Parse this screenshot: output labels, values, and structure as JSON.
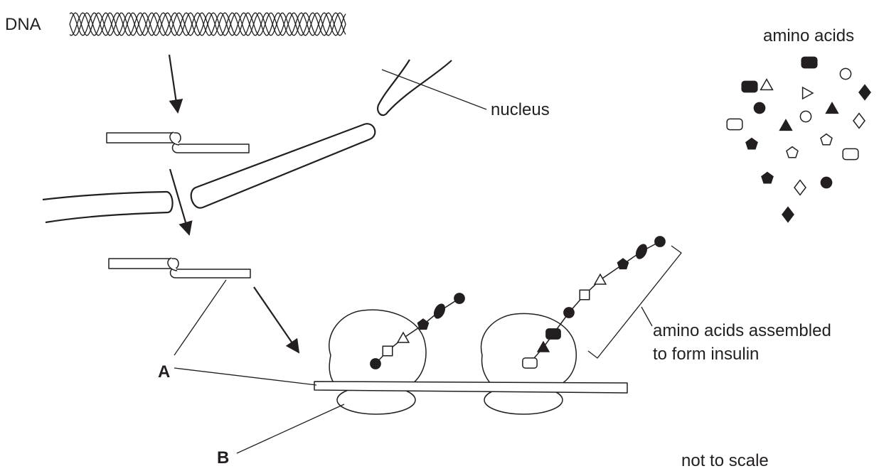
{
  "labels": {
    "dna": "DNA",
    "nucleus": "nucleus",
    "amino_acids": "amino acids",
    "assembled_line1": "amino acids assembled",
    "assembled_line2": "to form insulin",
    "label_a": "A",
    "label_b": "B",
    "scale_note": "not to scale"
  },
  "colors": {
    "ink": "#231f20",
    "background": "#ffffff"
  },
  "amino_acid_pool": [
    {
      "shape": "rounded-rect",
      "fill": "black"
    },
    {
      "shape": "circle",
      "fill": "white"
    },
    {
      "shape": "rounded-rect",
      "fill": "black"
    },
    {
      "shape": "triangle",
      "fill": "white"
    },
    {
      "shape": "triangle-right",
      "fill": "white"
    },
    {
      "shape": "diamond",
      "fill": "black"
    },
    {
      "shape": "circle",
      "fill": "black"
    },
    {
      "shape": "circle",
      "fill": "white"
    },
    {
      "shape": "triangle",
      "fill": "black"
    },
    {
      "shape": "diamond",
      "fill": "white"
    },
    {
      "shape": "rounded-rect",
      "fill": "white"
    },
    {
      "shape": "triangle",
      "fill": "black"
    },
    {
      "shape": "pentagon",
      "fill": "white"
    },
    {
      "shape": "pentagon",
      "fill": "black"
    },
    {
      "shape": "pentagon",
      "fill": "white"
    },
    {
      "shape": "rounded-rect",
      "fill": "white"
    },
    {
      "shape": "pentagon",
      "fill": "black"
    },
    {
      "shape": "diamond",
      "fill": "white"
    },
    {
      "shape": "circle",
      "fill": "black"
    },
    {
      "shape": "diamond",
      "fill": "black"
    }
  ],
  "chain_1": [
    {
      "shape": "circle",
      "fill": "black"
    },
    {
      "shape": "square",
      "fill": "white"
    },
    {
      "shape": "triangle",
      "fill": "white"
    },
    {
      "shape": "pentagon",
      "fill": "black"
    },
    {
      "shape": "ellipse",
      "fill": "black"
    },
    {
      "shape": "circle",
      "fill": "black"
    }
  ],
  "chain_2": [
    {
      "shape": "rounded-rect",
      "fill": "white"
    },
    {
      "shape": "triangle",
      "fill": "black"
    },
    {
      "shape": "rounded-rect",
      "fill": "black"
    },
    {
      "shape": "circle",
      "fill": "black"
    },
    {
      "shape": "square",
      "fill": "white"
    },
    {
      "shape": "triangle",
      "fill": "white"
    },
    {
      "shape": "pentagon",
      "fill": "black"
    },
    {
      "shape": "ellipse",
      "fill": "black"
    },
    {
      "shape": "circle",
      "fill": "black"
    }
  ]
}
